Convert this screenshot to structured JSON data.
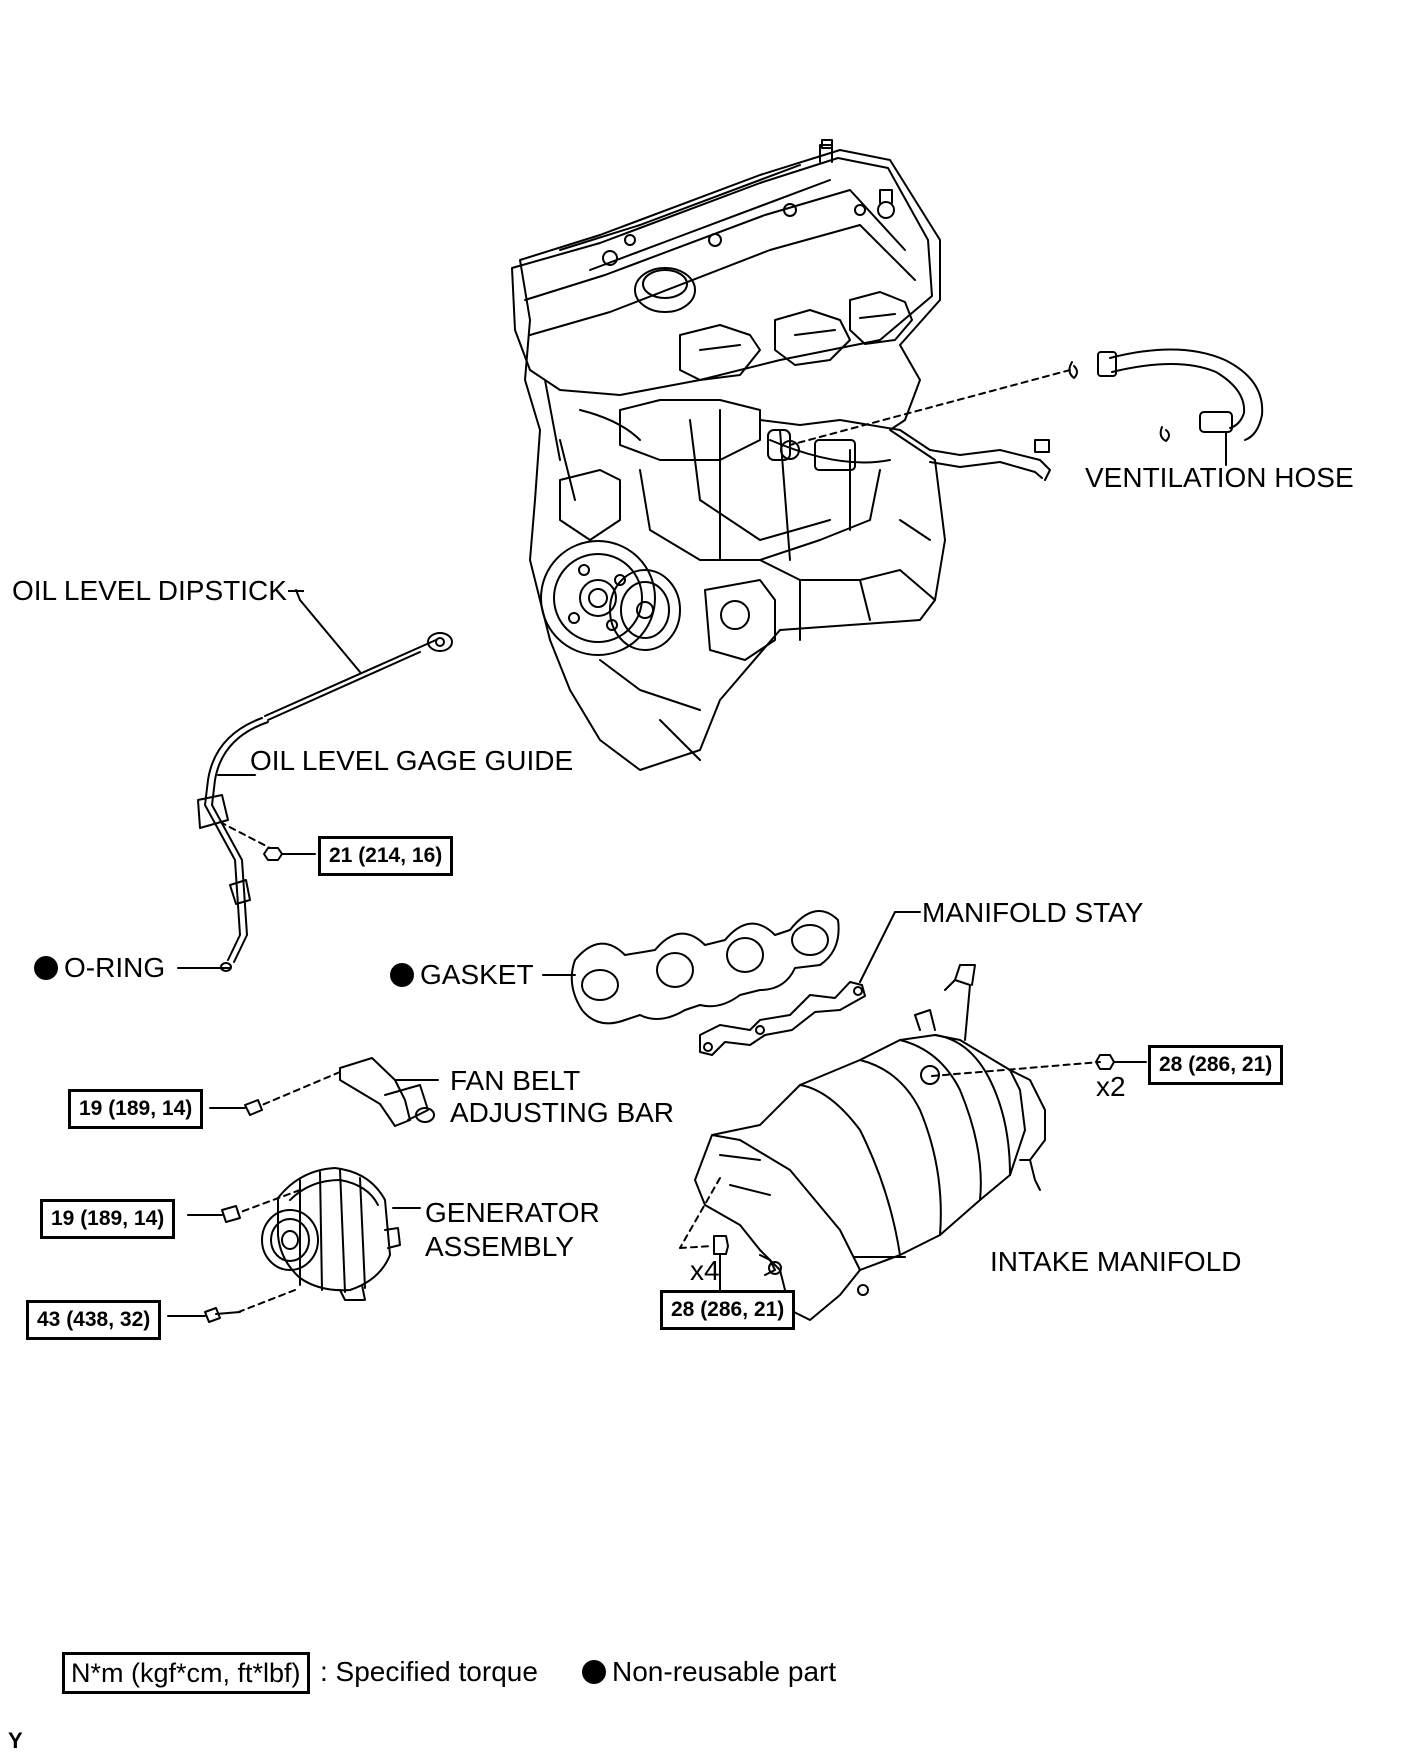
{
  "labels": {
    "ventilation_hose": "VENTILATION HOSE",
    "oil_level_dipstick": "OIL LEVEL DIPSTICK",
    "oil_level_gage_guide": "OIL LEVEL GAGE GUIDE",
    "o_ring": "O-RING",
    "gasket": "GASKET",
    "manifold_stay": "MANIFOLD STAY",
    "fan_belt_line1": "FAN BELT",
    "fan_belt_line2": "ADJUSTING BAR",
    "generator_line1": "GENERATOR",
    "generator_line2": "ASSEMBLY",
    "intake_manifold": "INTAKE MANIFOLD",
    "qty_x2": "x2",
    "qty_x4": "x4"
  },
  "torques": {
    "gage_guide_bolt": "21 (214, 16)",
    "manifold_nut": "28 (286, 21)",
    "fan_belt_bolt": "19 (189, 14)",
    "generator_bolt_upper": "19 (189, 14)",
    "generator_bolt_lower": "43 (438, 32)",
    "manifold_bolt": "28 (286, 21)"
  },
  "legend": {
    "torque_unit": "N*m (kgf*cm, ft*lbf)",
    "torque_desc": ": Specified torque",
    "nonreusable": "Non-reusable part"
  },
  "figure_id": "Y"
}
